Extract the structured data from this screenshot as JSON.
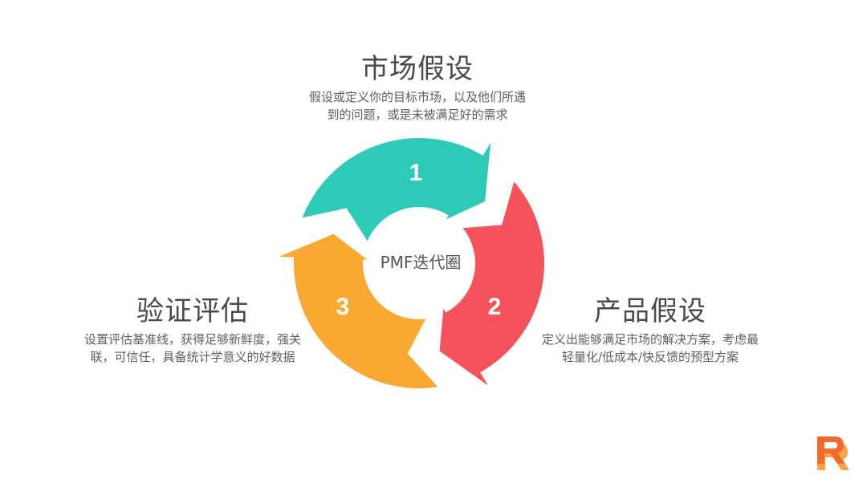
{
  "diagram": {
    "center_label": "PMF迭代圈",
    "stages": [
      {
        "number": "1",
        "title": "市场假设",
        "description_lines": [
          "假设或定义你的目标市场，以及他们所遇",
          "到的问题，或是未被满足好的需求"
        ],
        "color": "#2ecab8"
      },
      {
        "number": "2",
        "title": "产品假设",
        "description_lines": [
          "定义出能够满足市场的解决方案，考虑最",
          "轻量化/低成本/快反馈的预型方案"
        ],
        "color": "#f5525c"
      },
      {
        "number": "3",
        "title": "验证评估",
        "description_lines": [
          "设置评估基准线，获得足够新鲜度，强关",
          "联，可信任，具备统计学意义的好数据"
        ],
        "color": "#f9a932"
      }
    ]
  },
  "logo": {
    "icon": "r-logo-icon",
    "colors": [
      "#f26a2e",
      "#f9a24a"
    ]
  }
}
